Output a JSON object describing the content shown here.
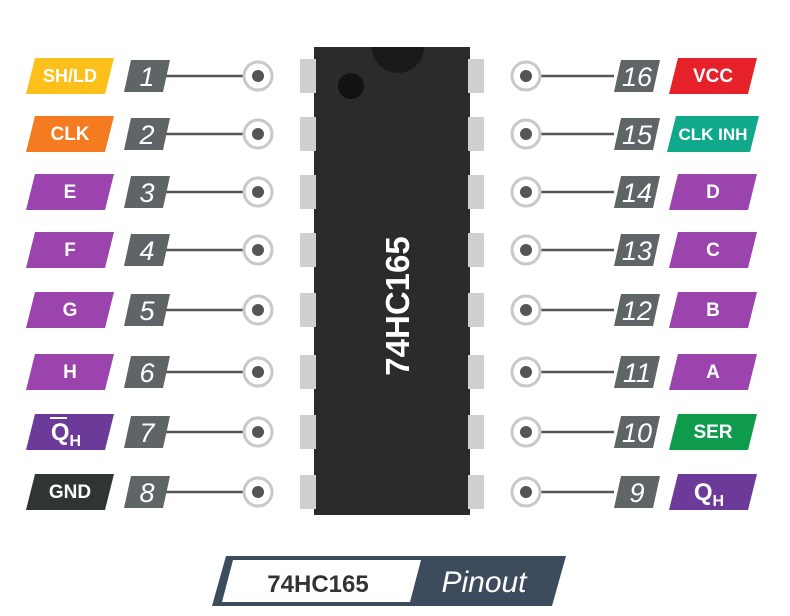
{
  "chip": {
    "name": "74HC165"
  },
  "pins": [
    {
      "number": "1",
      "label": "SH/LD",
      "color": "#fdbf19",
      "overline": false
    },
    {
      "number": "2",
      "label": "CLK",
      "color": "#f47b1f",
      "overline": false
    },
    {
      "number": "3",
      "label": "E",
      "color": "#9b44ad",
      "overline": false
    },
    {
      "number": "4",
      "label": "F",
      "color": "#9b44ad",
      "overline": false
    },
    {
      "number": "5",
      "label": "G",
      "color": "#9b44ad",
      "overline": false
    },
    {
      "number": "6",
      "label": "H",
      "color": "#9b44ad",
      "overline": false
    },
    {
      "number": "7",
      "label": "QH",
      "color": "#6c3a99",
      "overline": true,
      "text_main": "Q",
      "text_sub": "H"
    },
    {
      "number": "8",
      "label": "GND",
      "color": "#2f3435",
      "overline": false
    },
    {
      "number": "9",
      "label": "QH",
      "color": "#6c3a99",
      "overline": false,
      "text_main": "Q",
      "text_sub": "H"
    },
    {
      "number": "10",
      "label": "SER",
      "color": "#0e9c4c",
      "overline": false
    },
    {
      "number": "11",
      "label": "A",
      "color": "#9b44ad",
      "overline": false
    },
    {
      "number": "12",
      "label": "B",
      "color": "#9b44ad",
      "overline": false
    },
    {
      "number": "13",
      "label": "C",
      "color": "#9b44ad",
      "overline": false
    },
    {
      "number": "14",
      "label": "D",
      "color": "#9b44ad",
      "overline": false
    },
    {
      "number": "15",
      "label": "CLK INH",
      "color": "#11a98c",
      "overline": false
    },
    {
      "number": "16",
      "label": "VCC",
      "color": "#e6212a",
      "overline": false
    }
  ],
  "badge": {
    "part": "74HC165",
    "word": "Pinout",
    "dark_color": "#3d4c5c"
  },
  "colors": {
    "chip_body": "#2b2b2b",
    "pin_metal": "#cfcfcf",
    "num_box": "#5f6466",
    "wire": "#555555"
  }
}
